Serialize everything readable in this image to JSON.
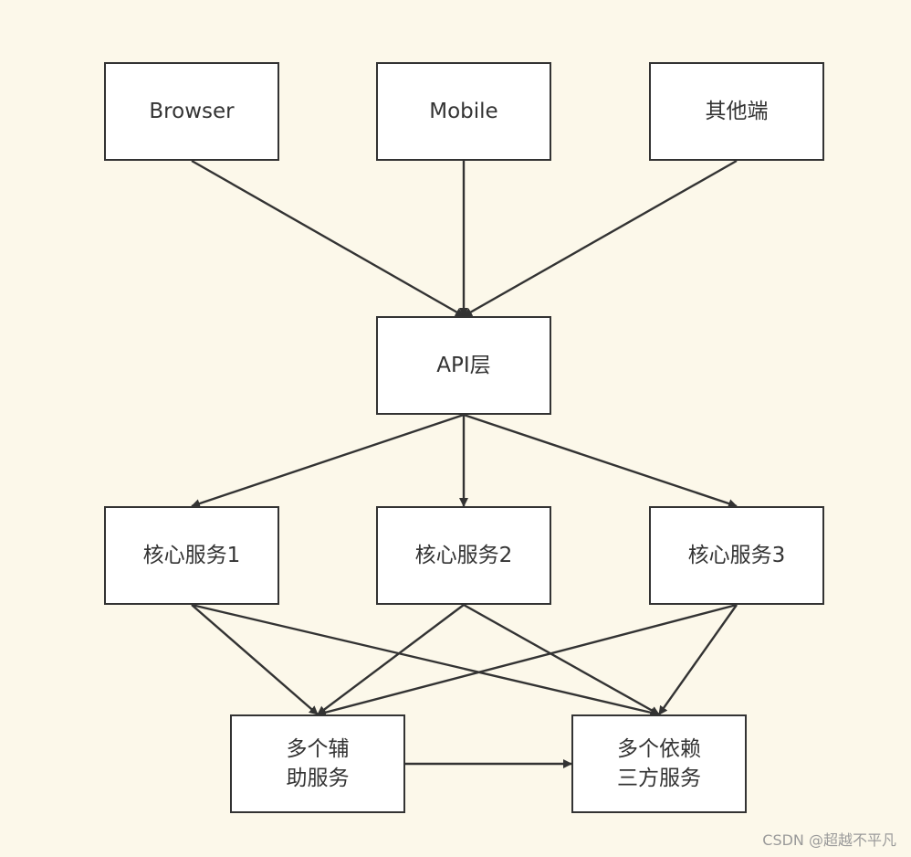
{
  "diagram": {
    "nodes": {
      "browser": {
        "label": "Browser"
      },
      "mobile": {
        "label": "Mobile"
      },
      "other": {
        "label": "其他端"
      },
      "api": {
        "label": "API层"
      },
      "core1": {
        "label": "核心服务1"
      },
      "core2": {
        "label": "核心服务2"
      },
      "core3": {
        "label": "核心服务3"
      },
      "aux": {
        "lines": [
          "多个辅",
          "助服务"
        ]
      },
      "third": {
        "lines": [
          "多个依赖",
          "三方服务"
        ]
      }
    },
    "edges": [
      {
        "from": "browser",
        "to": "api"
      },
      {
        "from": "mobile",
        "to": "api"
      },
      {
        "from": "other",
        "to": "api"
      },
      {
        "from": "api",
        "to": "core1"
      },
      {
        "from": "api",
        "to": "core2"
      },
      {
        "from": "api",
        "to": "core3"
      },
      {
        "from": "core1",
        "to": "aux"
      },
      {
        "from": "core1",
        "to": "third"
      },
      {
        "from": "core2",
        "to": "aux"
      },
      {
        "from": "core2",
        "to": "third"
      },
      {
        "from": "core3",
        "to": "aux"
      },
      {
        "from": "core3",
        "to": "third"
      },
      {
        "from": "aux",
        "to": "third"
      }
    ],
    "colors": {
      "background": "#fcf8ea",
      "stroke": "#333333",
      "box": "#ffffff"
    }
  },
  "watermark": "CSDN @超越不平凡"
}
